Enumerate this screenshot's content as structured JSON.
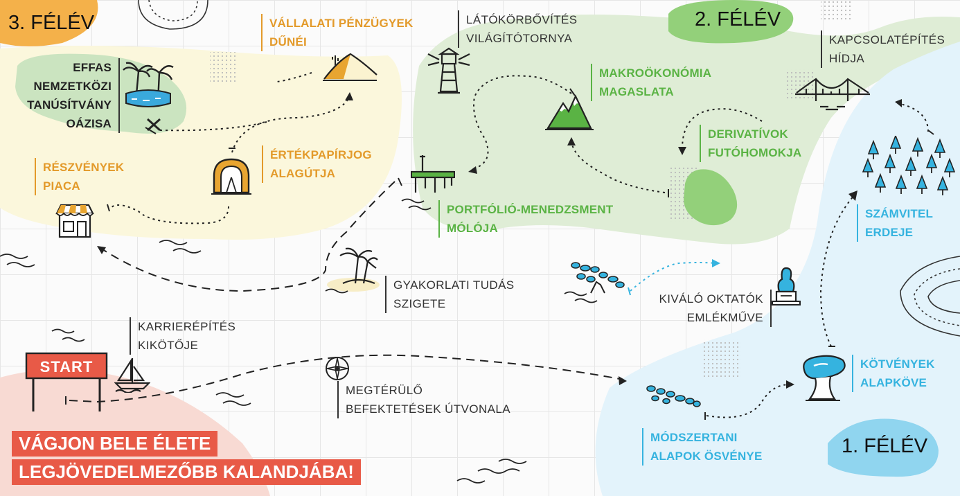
{
  "semesters": {
    "third": "3. FÉLÉV",
    "second": "2. FÉLÉV",
    "first": "1. FÉLÉV"
  },
  "locations": {
    "effas": [
      "EFFAS",
      "NEMZETKÖZI",
      "TANÚSÍTVÁNY",
      "OÁZISA"
    ],
    "corporate_finance": [
      "VÁLLALATI PÉNZÜGYEK",
      "DŰNÉI"
    ],
    "lighthouse": [
      "LÁTÓKÖRBŐVÍTÉS",
      "VILÁGÍTÓTORNYA"
    ],
    "macroeconomics": [
      "MAKROÖKONÓMIA",
      "MAGASLATA"
    ],
    "bridge": [
      "KAPCSOLATÉPÍTÉS",
      "HÍDJA"
    ],
    "securities_tunnel": [
      "ÉRTÉKPAPÍRJOG",
      "ALAGÚTJA"
    ],
    "derivatives": [
      "DERIVATÍVOK",
      "FUTÓHOMOKJA"
    ],
    "stock_market": [
      "RÉSZVÉNYEK",
      "PIACA"
    ],
    "portfolio": [
      "PORTFÓLIÓ-MENEDZSMENT",
      "MÓLÓJA"
    ],
    "accounting": [
      "SZÁMVITEL",
      "ERDEJE"
    ],
    "practical_island": [
      "GYAKORLATI TUDÁS",
      "SZIGETE"
    ],
    "teachers_monument": [
      "KIVÁLÓ OKTATÓK",
      "EMLÉKMŰVE"
    ],
    "career_harbor": [
      "KARRIERÉPÍTÉS",
      "KIKÖTŐJE"
    ],
    "bonds": [
      "KÖTVÉNYEK",
      "ALAPKÖVE"
    ],
    "investment_route": [
      "MEGTÉRÜLŐ",
      "BEFEKTETÉSEK ÚTVONALA"
    ],
    "methodology": [
      "MÓDSZERTANI",
      "ALAPOK ÖSVÉNYE"
    ]
  },
  "start_sign": "START",
  "banner": [
    "VÁGJON BELE ÉLETE",
    "LEGJÖVEDELMEZŐBB KALANDJÁBA!"
  ],
  "colors": {
    "orange": "#e39a2a",
    "green": "#5ab344",
    "blue": "#35b3df",
    "red": "#e85a47"
  },
  "icons": [
    "palm-oasis-icon",
    "dunes-icon",
    "lighthouse-icon",
    "mountain-icon",
    "bridge-icon",
    "tunnel-icon",
    "quicksand-icon",
    "market-stall-icon",
    "pier-icon",
    "forest-icon",
    "island-icon",
    "monument-bust-icon",
    "sailboat-icon",
    "compass-icon",
    "start-sign-icon",
    "stepping-stones-icon",
    "bond-rock-icon"
  ]
}
